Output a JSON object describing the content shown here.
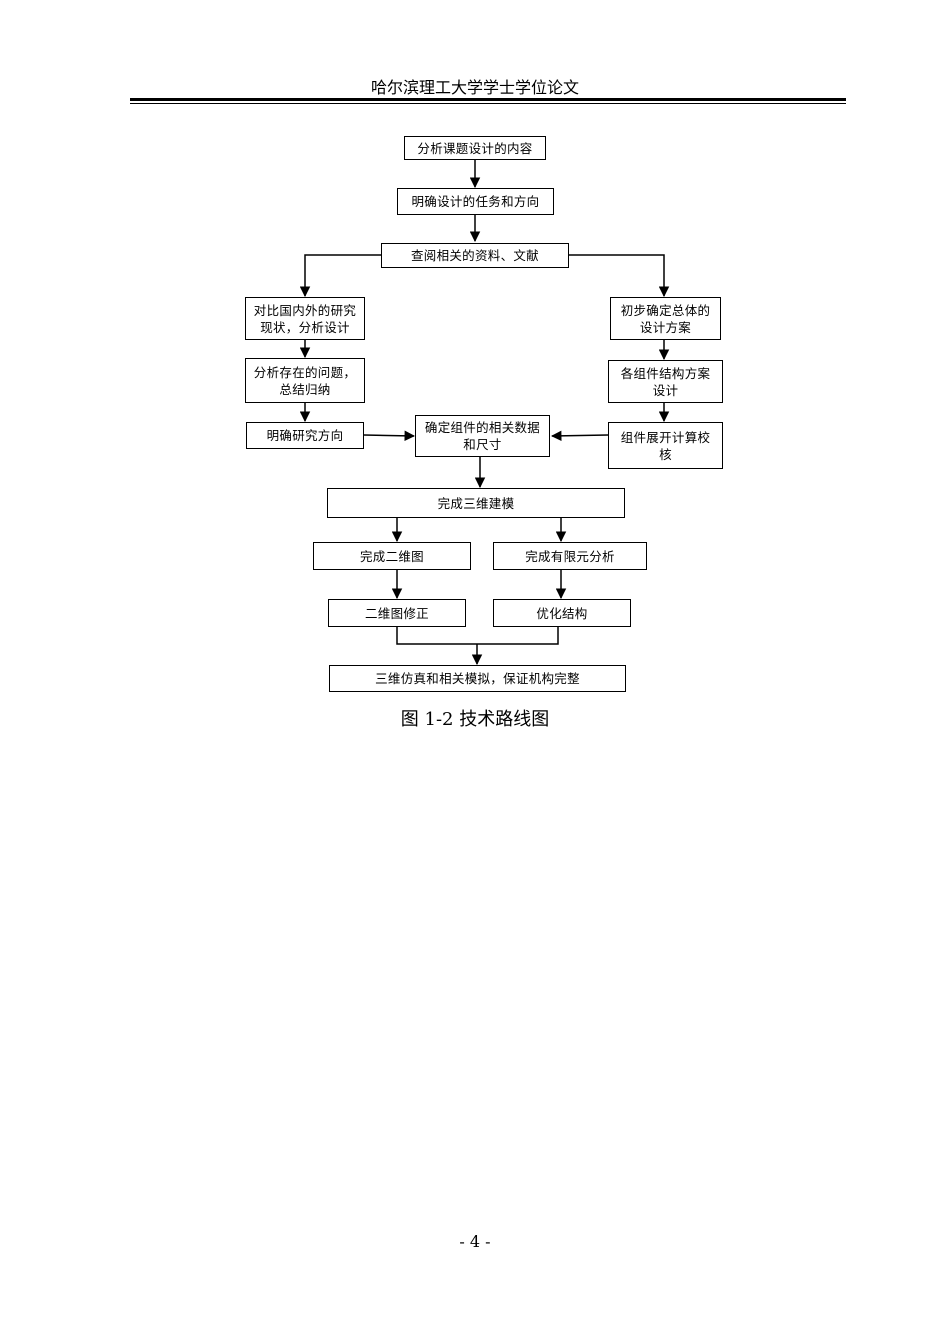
{
  "header": {
    "title": "哈尔滨理工大学学士学位论文"
  },
  "flowchart": {
    "nodes": {
      "analyze_content": "分析课题设计的内容",
      "clarify_task": "明确设计的任务和方向",
      "consult_literature": "查阅相关的资料、文献",
      "compare_research": "对比国内外的研究现状，分析设计",
      "analyze_problems": "分析存在的问题，总结归纳",
      "clarify_direction": "明确研究方向",
      "preliminary_plan": "初步确定总体的设计方案",
      "component_design": "各组件结构方案设计",
      "component_check": "组件展开计算校核",
      "determine_dims": "确定组件的相关数据和尺寸",
      "modeling_3d": "完成三维建模",
      "drawing_2d": "完成二维图",
      "fea": "完成有限元分析",
      "revise_2d": "二维图修正",
      "optimize": "优化结构",
      "simulation": "三维仿真和相关模拟，保证机构完整"
    }
  },
  "caption": "图 1-2 技术路线图",
  "page_number": "- 4 -"
}
